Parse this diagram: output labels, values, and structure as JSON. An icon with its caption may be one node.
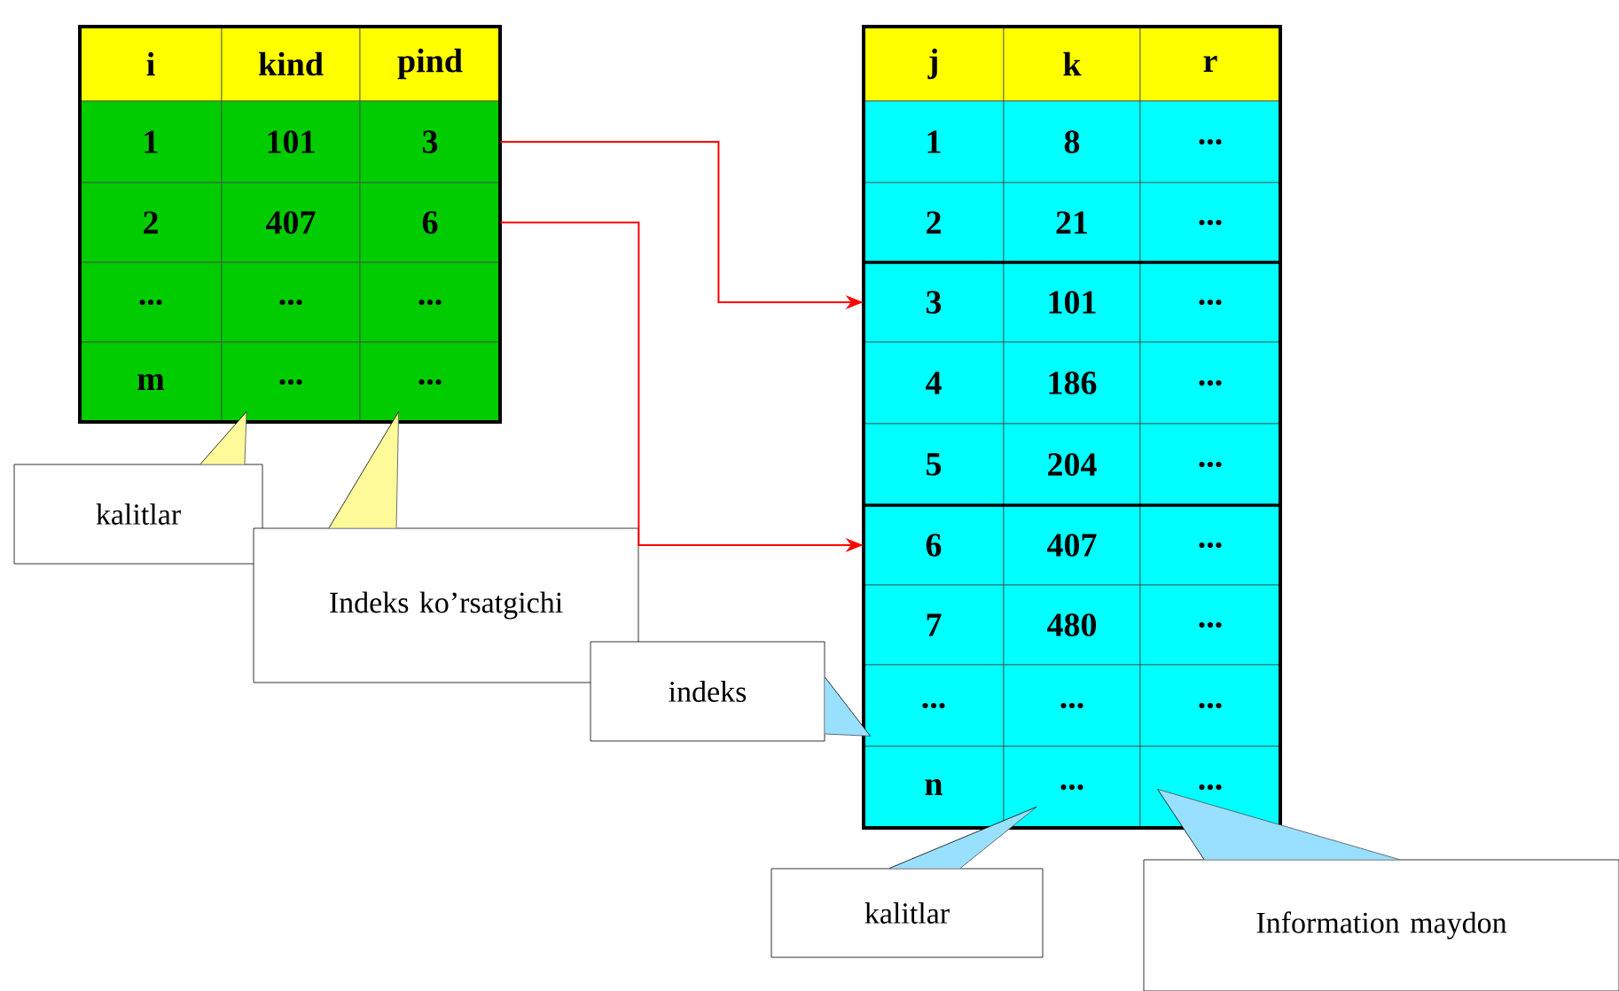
{
  "diagram": {
    "nodes": [
      {
        "text": [],
        "shape": "box"
      },
      {
        "text": [
          "i"
        ],
        "in": 0
      },
      {
        "text": [
          "kind"
        ],
        "in": 0
      },
      {
        "text": [
          "pind"
        ],
        "in": 0
      },
      {
        "text": [
          "1"
        ],
        "in": 0
      },
      {
        "text": [
          "101"
        ],
        "in": 0
      },
      {
        "text": [
          "3"
        ],
        "in": 0
      },
      {
        "text": [
          "2"
        ],
        "in": 0
      },
      {
        "text": [
          "407"
        ],
        "in": 0
      },
      {
        "text": [
          "6"
        ],
        "in": 0
      },
      {
        "text": [
          "..."
        ],
        "in": 0
      },
      {
        "text": [
          "..."
        ],
        "in": 0
      },
      {
        "text": [
          "..."
        ],
        "in": 0
      },
      {
        "text": [
          "m"
        ],
        "in": 0
      },
      {
        "text": [
          "..."
        ],
        "in": 0
      },
      {
        "text": [
          "..."
        ],
        "in": 0
      },
      {
        "text": [],
        "shape": "box"
      },
      {
        "text": [
          "j"
        ],
        "in": 16
      },
      {
        "text": [
          "k"
        ],
        "in": 16
      },
      {
        "text": [
          "r"
        ],
        "in": 16
      },
      {
        "text": [
          "1"
        ],
        "in": 16
      },
      {
        "text": [
          "8"
        ],
        "in": 16
      },
      {
        "text": [
          "..."
        ],
        "in": 16
      },
      {
        "text": [
          "2"
        ],
        "in": 16
      },
      {
        "text": [
          "21"
        ],
        "in": 16
      },
      {
        "text": [
          "..."
        ],
        "in": 16
      },
      {
        "text": [
          "3"
        ],
        "in": 16
      },
      {
        "text": [
          "101"
        ],
        "in": 16
      },
      {
        "text": [
          "..."
        ],
        "in": 16
      },
      {
        "text": [
          "4"
        ],
        "in": 16
      },
      {
        "text": [
          "186"
        ],
        "in": 16
      },
      {
        "text": [
          "..."
        ],
        "in": 16
      },
      {
        "text": [
          "5"
        ],
        "in": 16
      },
      {
        "text": [
          "204"
        ],
        "in": 16
      },
      {
        "text": [
          "..."
        ],
        "in": 16
      },
      {
        "text": [
          "6"
        ],
        "in": 16
      },
      {
        "text": [
          "407"
        ],
        "in": 16
      },
      {
        "text": [
          "..."
        ],
        "in": 16
      },
      {
        "text": [
          "7"
        ],
        "in": 16
      },
      {
        "text": [
          "480"
        ],
        "in": 16
      },
      {
        "text": [
          "..."
        ],
        "in": 16
      },
      {
        "text": [
          "..."
        ],
        "in": 16
      },
      {
        "text": [
          "..."
        ],
        "in": 16
      },
      {
        "text": [
          "..."
        ],
        "in": 16
      },
      {
        "text": [
          "n"
        ],
        "in": 16
      },
      {
        "text": [
          "..."
        ],
        "in": 16
      },
      {
        "text": [
          "..."
        ],
        "in": 16
      },
      {
        "text": [
          "kalitlar"
        ]
      },
      {
        "text": [
          "Indeks ko’rsatgichi"
        ]
      },
      {
        "text": [
          "indeks"
        ]
      },
      {
        "text": [
          "kalitlar"
        ]
      },
      {
        "text": [
          "Information maydon"
        ]
      }
    ],
    "edges": [
      {
        "from": 6,
        "to": 26,
        "arrow": "to",
        "color": "#ff0000"
      },
      {
        "from": 9,
        "to": 35,
        "arrow": "to",
        "color": "#ff0000"
      },
      {
        "from": 47,
        "to": 14,
        "arrow": "none"
      },
      {
        "from": 48,
        "to": 15,
        "arrow": "none"
      },
      {
        "from": 49,
        "to": 41,
        "arrow": "none"
      },
      {
        "from": 50,
        "to": 45,
        "arrow": "none"
      },
      {
        "from": 51,
        "to": 46,
        "arrow": "none"
      }
    ]
  }
}
